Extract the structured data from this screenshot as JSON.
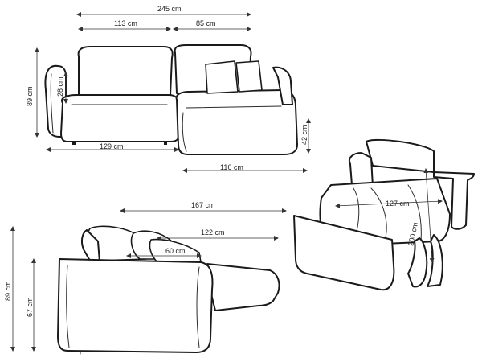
{
  "dimensions": {
    "total_width": "245 cm",
    "left_section_width": "113 cm",
    "chaise_section_width": "85 cm",
    "total_height": "89 cm",
    "armrest_height": "28 cm",
    "seat_height": "42 cm",
    "seat_width": "129 cm",
    "chaise_length": "116 cm",
    "side_depth": "167 cm",
    "side_chaise_depth": "122 cm",
    "side_seat_depth": "60 cm",
    "side_total_height": "89 cm",
    "side_back_height": "67 cm",
    "bed_width": "127 cm",
    "bed_length": "200 cm"
  },
  "colors": {
    "line": "#1a1a1a",
    "background": "#ffffff"
  }
}
